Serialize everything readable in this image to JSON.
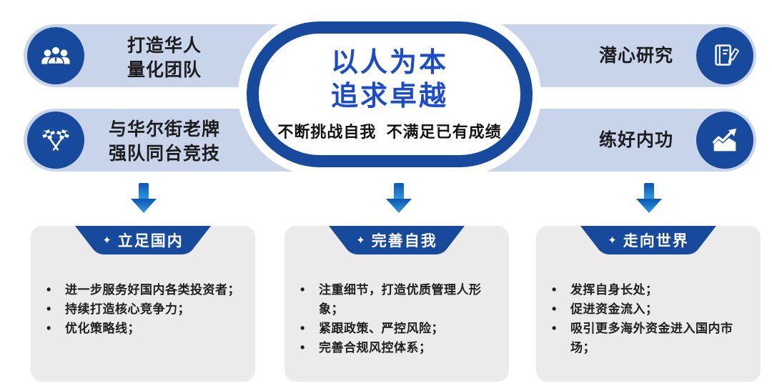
{
  "colors": {
    "navy": "#17499d",
    "pill_light_blue": "#c7d4ea",
    "title_blue": "#1d4cc8",
    "arrow_gradient_top": "#0c55b0",
    "arrow_gradient_bottom": "#2f9ce8",
    "box_gray": "#ebebeb",
    "text_dark": "#1f1f1f",
    "white": "#ffffff"
  },
  "center": {
    "title_line1": "以人为本",
    "title_line2": "追求卓越",
    "subtitle": "不断挑战自我  不满足已有成绩"
  },
  "rows_left": [
    {
      "icon": "team-icon",
      "line1": "打造华人",
      "line2": "量化团队"
    },
    {
      "icon": "racing-flags-icon",
      "line1": "与华尔街老牌",
      "line2": "强队同台竞技"
    }
  ],
  "rows_right": [
    {
      "icon": "notebook-pen-icon",
      "label": "潜心研究"
    },
    {
      "icon": "chart-up-icon",
      "label": "练好内功"
    }
  ],
  "boxes": [
    {
      "star": "✦",
      "badge": "立足国内",
      "bullets": [
        "进一步服务好国内各类投资者；",
        "持续打造核心竞争力；",
        "优化策略线；"
      ]
    },
    {
      "star": "✦",
      "badge": "完善自我",
      "bullets": [
        "注重细节，打造优质管理人形象；",
        "紧跟政策、严控风险；",
        "完善合规风控体系；"
      ]
    },
    {
      "star": "✦",
      "badge": "走向世界",
      "bullets": [
        "发挥自身长处；",
        "促进资金流入；",
        "吸引更多海外资金进入国内市场；"
      ]
    }
  ]
}
